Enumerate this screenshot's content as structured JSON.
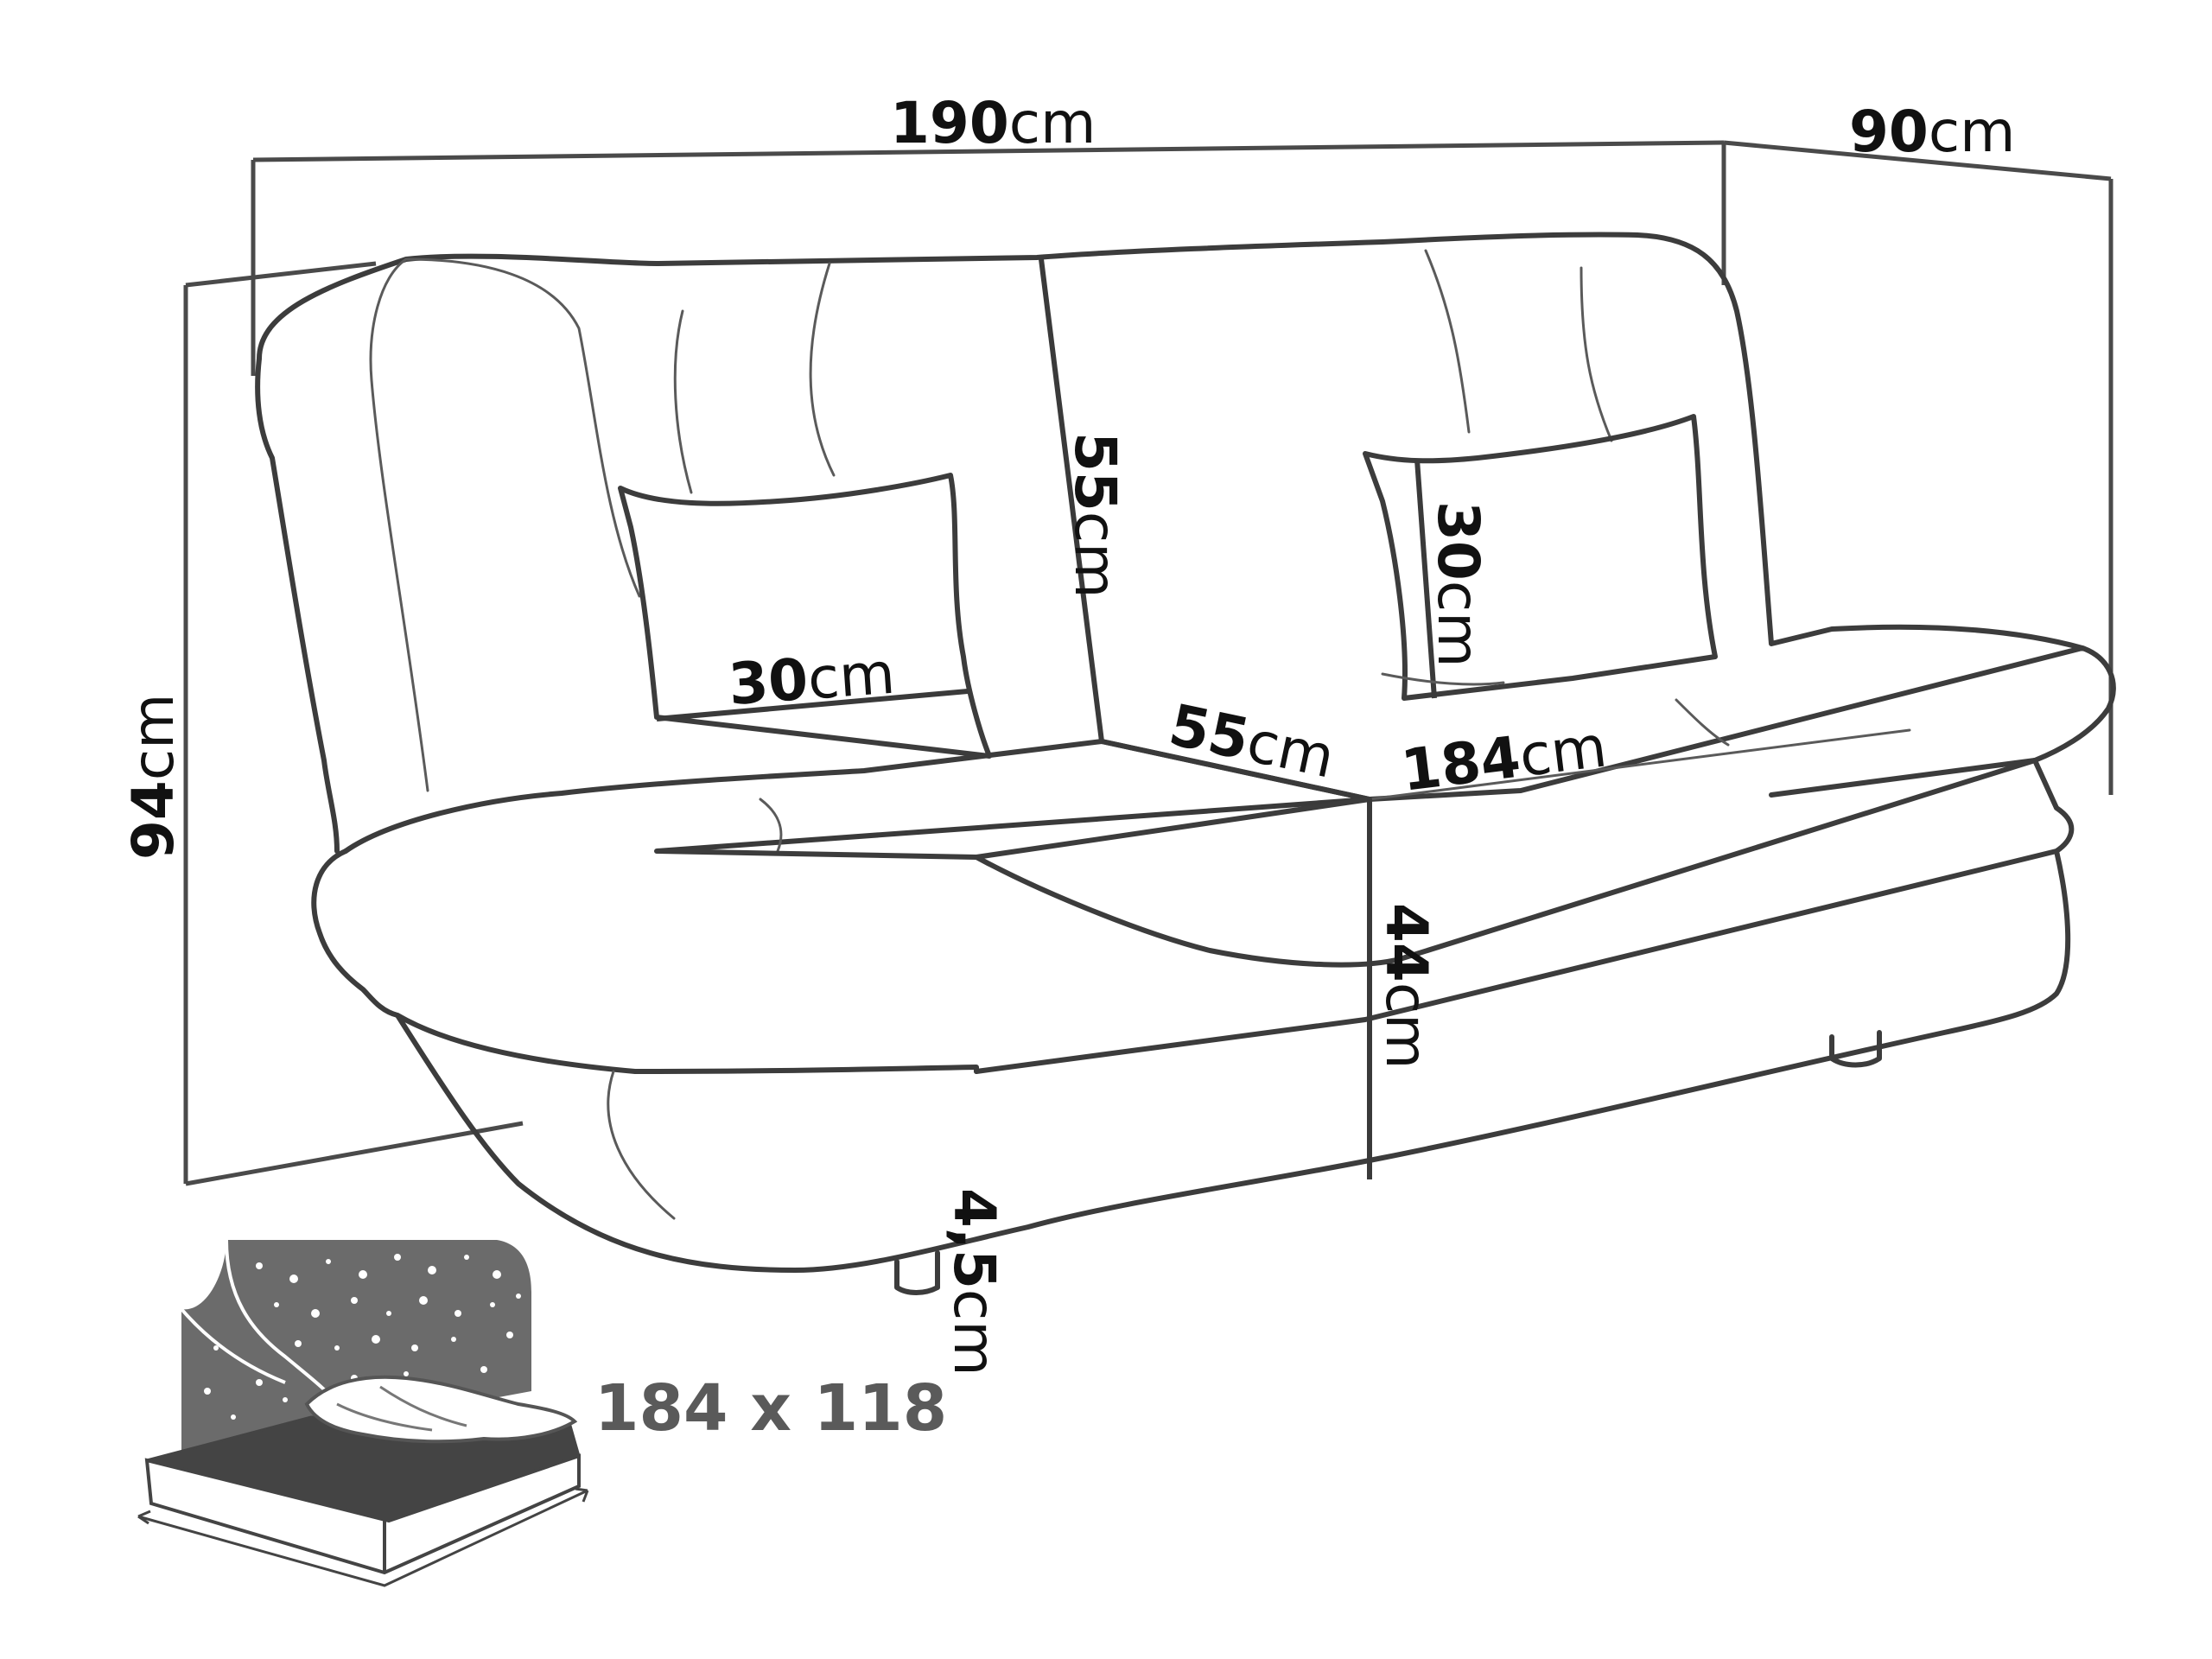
{
  "dimensions": {
    "width": {
      "num": "190",
      "unit": "cm"
    },
    "depth": {
      "num": "90",
      "unit": "cm"
    },
    "height": {
      "num": "94",
      "unit": "cm"
    },
    "backrest_height": {
      "num": "55",
      "unit": "cm"
    },
    "pillow_width": {
      "num": "30",
      "unit": "cm"
    },
    "pillow_height": {
      "num": "30",
      "unit": "cm"
    },
    "seat_depth": {
      "num": "55",
      "unit": "cm"
    },
    "seat_width": {
      "num": "184",
      "unit": "cm"
    },
    "seat_height": {
      "num": "44",
      "unit": "cm"
    },
    "leg_height": {
      "num": "4,5",
      "unit": "cm"
    }
  },
  "sleeping_area": {
    "label": "184 x 118"
  }
}
